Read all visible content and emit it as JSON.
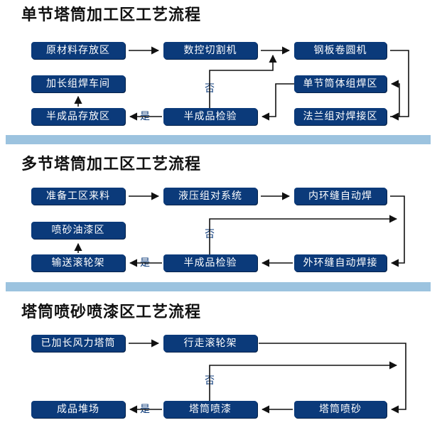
{
  "sections": [
    {
      "title": "单节塔筒加工区工艺流程",
      "nodes": {
        "n1": "原材料存放区",
        "n2": "数控切割机",
        "n3": "钢板卷圆机",
        "n4": "加长组焊车间",
        "n5": "单节筒体组焊区",
        "n6": "半成品存放区",
        "n7": "半成品检验",
        "n8": "法兰组对焊接区"
      },
      "labels": {
        "yes": "是",
        "no": "否"
      }
    },
    {
      "title": "多节塔筒加工区工艺流程",
      "nodes": {
        "n1": "准备工区来料",
        "n2": "液压组对系统",
        "n3": "内环缝自动焊",
        "n4": "喷砂油漆区",
        "n5": "输送滚轮架",
        "n6": "半成品检验",
        "n7": "外环缝自动焊接"
      },
      "labels": {
        "yes": "是",
        "no": "否"
      }
    },
    {
      "title": "塔筒喷砂喷漆区工艺流程",
      "nodes": {
        "n1": "已加长风力塔筒",
        "n2": "行走滚轮架",
        "n3": "成品堆场",
        "n4": "塔筒喷漆",
        "n5": "塔筒喷砂"
      },
      "labels": {
        "yes": "是",
        "no": "否"
      }
    }
  ],
  "colors": {
    "node_fill": "#0b3a7a",
    "divider": "#9cc3df",
    "arrow": "#111111"
  }
}
